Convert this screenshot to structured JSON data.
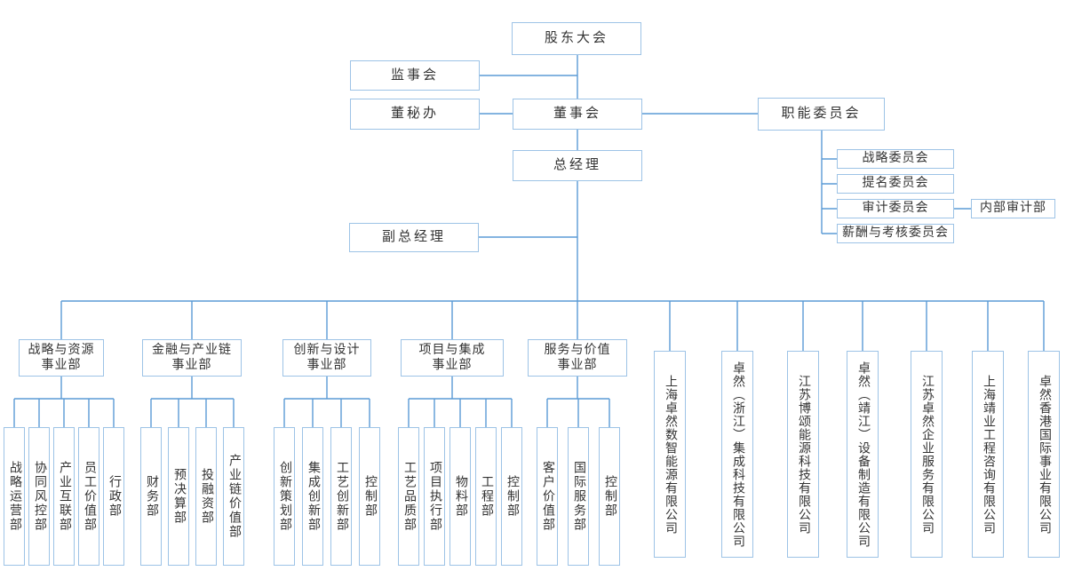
{
  "colors": {
    "connector_line": "#5B9BD5",
    "box_border": "#9DC3E6",
    "text": "#333333",
    "background": "#FFFFFF"
  },
  "nodes": {
    "shareholders_meeting": "股东大会",
    "supervisory_board": "监事会",
    "board_secretary_office": "董秘办",
    "board_of_directors": "董事会",
    "functional_committees": "职能委员会",
    "general_manager": "总经理",
    "deputy_general_manager": "副总经理",
    "internal_audit_dept": "内部审计部"
  },
  "committees": [
    "战略委员会",
    "提名委员会",
    "审计委员会",
    "薪酬与考核委员会"
  ],
  "divisions": [
    {
      "name": "战略与资源\n事业部",
      "departments": [
        "战略运营部",
        "协同风控部",
        "产业互联部",
        "员工价值部",
        "行政部"
      ]
    },
    {
      "name": "金融与产业链\n事业部",
      "departments": [
        "财务部",
        "预决算部",
        "投融资部",
        "产业链价值部"
      ]
    },
    {
      "name": "创新与设计\n事业部",
      "departments": [
        "创新策划部",
        "集成创新部",
        "工艺创新部",
        "控制部"
      ]
    },
    {
      "name": "项目与集成\n事业部",
      "departments": [
        "工艺品质部",
        "项目执行部",
        "物料部",
        "工程部",
        "控制部"
      ]
    },
    {
      "name": "服务与价值\n事业部",
      "departments": [
        "客户价值部",
        "国际服务部",
        "控制部"
      ]
    }
  ],
  "subsidiaries": [
    "上海卓然数智能源有限公司",
    "卓然（浙江）集成科技有限公司",
    "江苏博颂能源科技有限公司",
    "卓然（靖江）设备制造有限公司",
    "江苏卓然企业服务有限公司",
    "上海靖业工程咨询有限公司",
    "卓然香港国际事业有限公司"
  ]
}
